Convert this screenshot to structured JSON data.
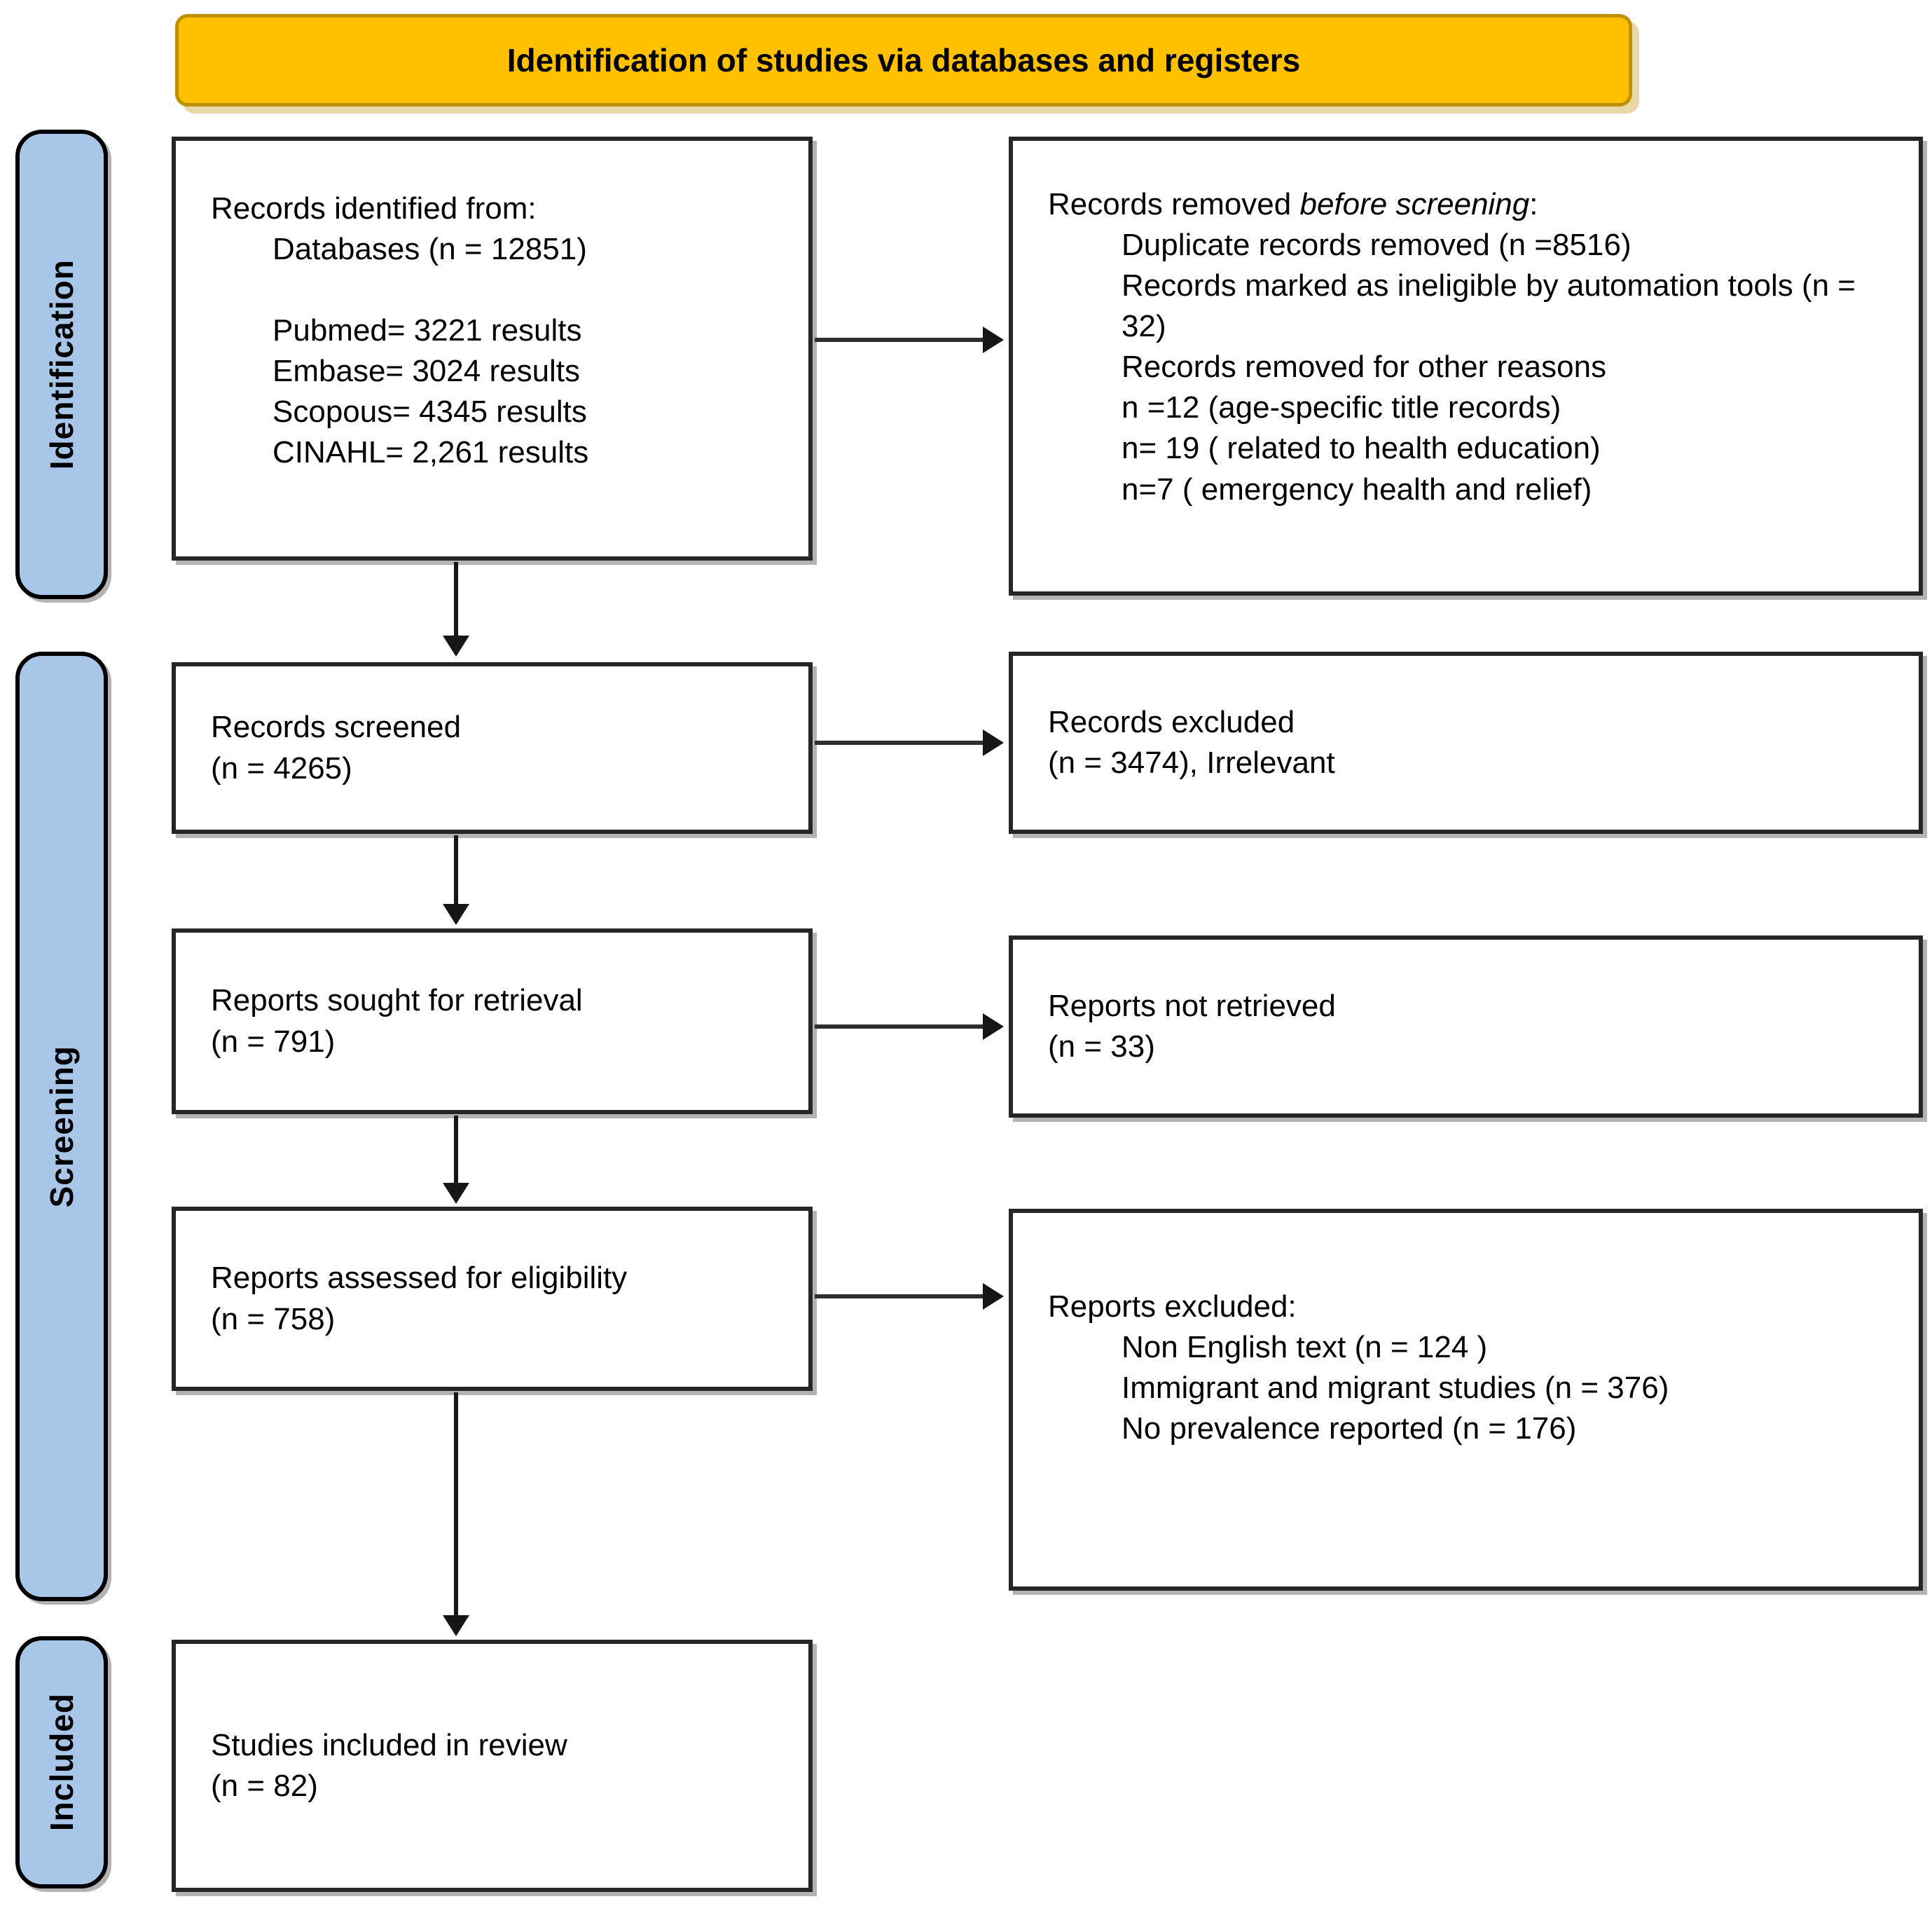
{
  "banner": {
    "label": "Identification of studies via databases and registers"
  },
  "stages": [
    {
      "label": "Identification"
    },
    {
      "label": "Screening"
    },
    {
      "label": "Included"
    }
  ],
  "boxes": {
    "identified": {
      "title": "Records identified from:",
      "line_databases": "Databases (n = 12851)",
      "line_pubmed": "Pubmed= 3221 results",
      "line_embase": "Embase= 3024 results",
      "line_scopous": "Scopous= 4345 results",
      "line_cinahl": "CINAHL= 2,261 results"
    },
    "removed": {
      "title_prefix": "Records removed ",
      "title_italic": "before screening",
      "title_suffix": ":",
      "lines": [
        "Duplicate records removed (n =8516)",
        "Records marked as ineligible by automation tools (n = 32)",
        "Records removed for other reasons",
        "n =12 (age-specific title records)",
        "n= 19 ( related to health education)",
        "n=7 ( emergency health and relief)"
      ]
    },
    "screened": {
      "line1": "Records screened",
      "line2": "(n = 4265)"
    },
    "records_excluded": {
      "line1": "Records excluded",
      "line2": "(n = 3474), Irrelevant"
    },
    "sought": {
      "line1": "Reports sought for retrieval",
      "line2": "(n = 791)"
    },
    "not_retrieved": {
      "line1": "Reports not retrieved",
      "line2": "(n = 33)"
    },
    "assessed": {
      "line1": "Reports assessed for eligibility",
      "line2": "(n = 758)"
    },
    "reports_excluded": {
      "title": "Reports excluded:",
      "lines": [
        "Non English text (n = 124 )",
        "Immigrant and migrant studies (n = 376)",
        "No prevalence reported (n = 176)"
      ]
    },
    "included": {
      "line1": "Studies included in review",
      "line2": "(n = 82)"
    }
  },
  "colors": {
    "banner_fill": "#FFC000",
    "banner_border": "#BF9000",
    "stage_fill": "#A7C6E8",
    "box_border": "#262626",
    "arrow": "#161616"
  }
}
